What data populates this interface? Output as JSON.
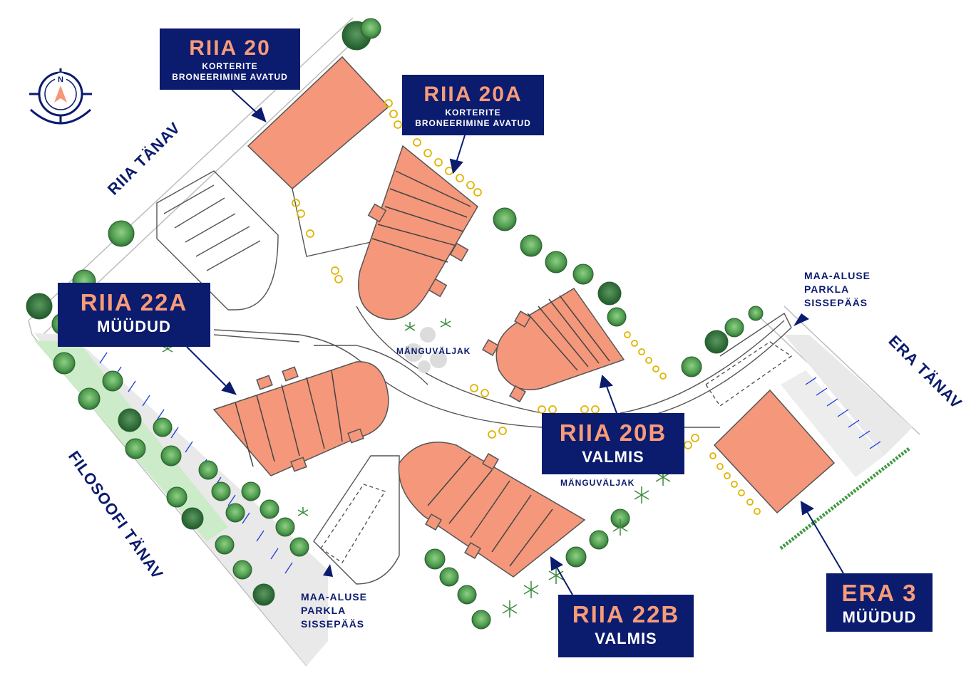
{
  "buildings": [
    {
      "name": "RIIA 20",
      "status_line1": "KORTERITE",
      "status_line2": "BRONEERIMINE AVATUD"
    },
    {
      "name": "RIIA 20A",
      "status_line1": "KORTERITE",
      "status_line2": "BRONEERIMINE AVATUD"
    },
    {
      "name": "RIIA 22A",
      "status_line1": "MÜÜDUD"
    },
    {
      "name": "RIIA 20B",
      "status_line1": "VALMIS"
    },
    {
      "name": "RIIA 22B",
      "status_line1": "VALMIS"
    },
    {
      "name": "ERA 3",
      "status_line1": "MÜÜDUD"
    }
  ],
  "streets": {
    "riia": "RIIA TÄNAV",
    "era": "ERA TÄNAV",
    "filosoofi": "FILOSOOFI TÄNAV"
  },
  "playgrounds": {
    "upper": "MÄNGUVÄLJAK",
    "lower": "MÄNGUVÄLJAK"
  },
  "parking_entrances": {
    "east": [
      "MAA-ALUSE",
      "PARKLA",
      "SISSEPÄÄS"
    ],
    "southwest": [
      "MAA-ALUSE",
      "PARKLA",
      "SISSEPÄÄS"
    ]
  },
  "compass": {
    "letter": "N",
    "icon": "compass-icon"
  },
  "colors": {
    "navy": "#0b1b6e",
    "building": "#f4977a",
    "label_accent": "#f79b78",
    "parking_lot": "#e9e9e9",
    "green_strip": "#c5e8c2",
    "tree": "#5aa85a",
    "shrub": "#e0b400"
  }
}
